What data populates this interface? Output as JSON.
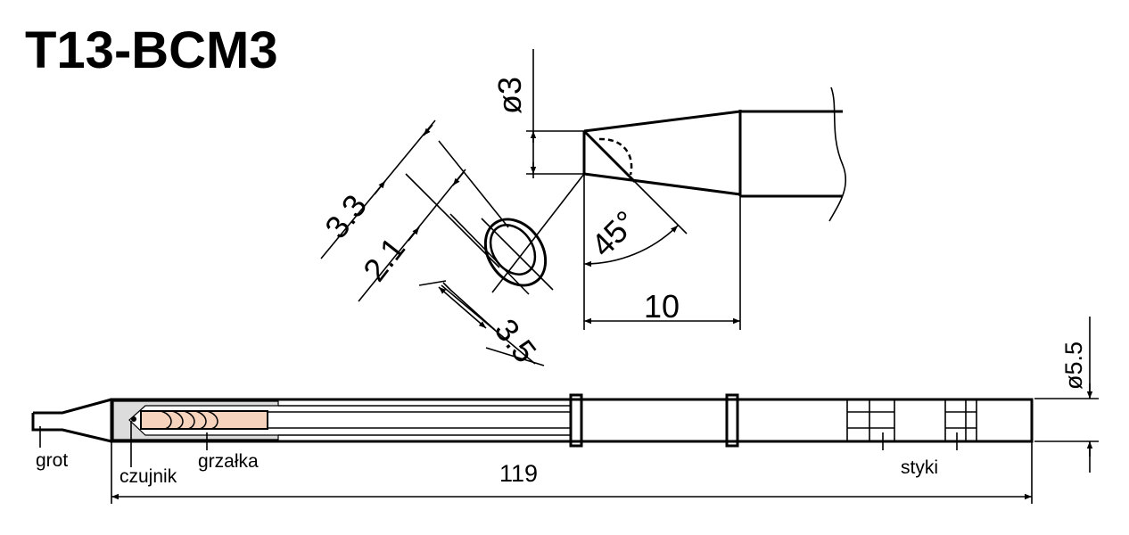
{
  "title": "T13-BCM3",
  "tip_view": {
    "diameter_label": "ø3",
    "length_label": "10",
    "angle_label": "45°"
  },
  "bevel_view": {
    "dim_outer": "3.3",
    "dim_inner": "2.1",
    "dim_width": "3.5"
  },
  "cartridge": {
    "length_label": "119",
    "diameter_label": "ø5.5",
    "labels": {
      "tip": "grot",
      "sensor": "czujnik",
      "heater": "grzałka",
      "contacts": "styki"
    }
  },
  "colors": {
    "heater": "#f6d3bd",
    "sleeve": "#dcdcdc"
  }
}
